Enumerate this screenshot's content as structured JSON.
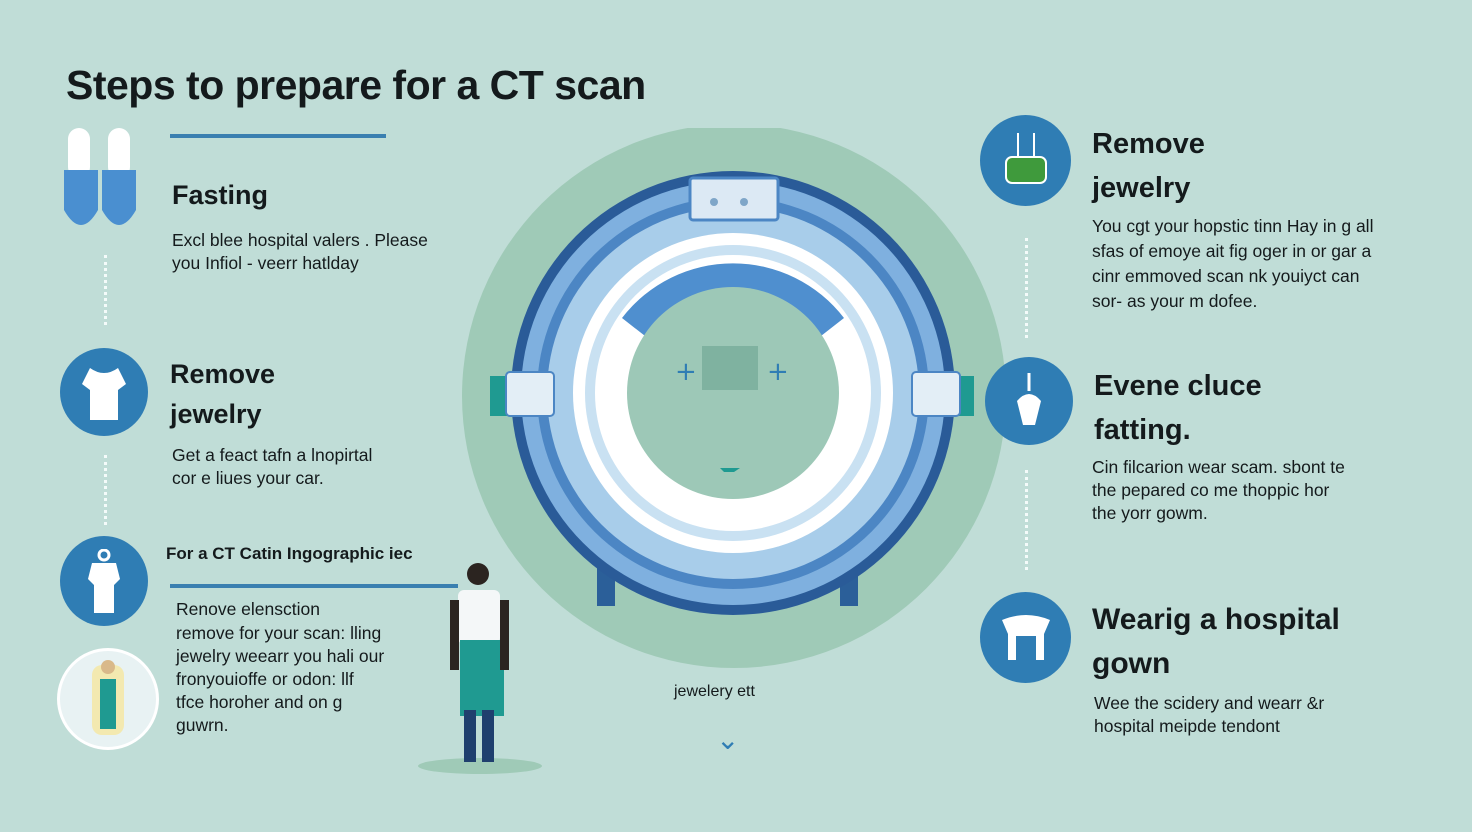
{
  "title": "Steps to prepare for  a CT scan",
  "left_steps": [
    {
      "heading": "Fasting",
      "text": [
        "Excl blee hospital valers . Please",
        "you Infiol - veerr hatlday"
      ],
      "icon": "slippers-icon"
    },
    {
      "heading": [
        "Remove",
        "jewelry"
      ],
      "text": [
        "Get a feact tafn a lnopirtal",
        "cor e liues your car."
      ],
      "icon": "gown-icon"
    },
    {
      "heading": "For a CT Catin Ingographic iec",
      "subheading": "Renove elensction",
      "text": [
        "remove for your scan: lling",
        "jewelry  weearr you hali our",
        "fronyouioffe or odon: llf",
        "tfce horoher and on g",
        "guwrn."
      ],
      "icon": "hospital-gown-icon"
    }
  ],
  "right_steps": [
    {
      "heading": [
        "Remove",
        "jewelry"
      ],
      "text": [
        "You cgt your hopstic tinn Hay in g all",
        "sfas of emoye ait fig oger in or gar a",
        "cinr emmoved scan nk youiyct can",
        "sor- as your m dofee."
      ],
      "icon": "jewelry-icon"
    },
    {
      "heading": [
        "Evene cluce",
        "fatting."
      ],
      "text": [
        "Cin filcarion wear scam. sbont te",
        "the pepared co me thoppic hor",
        "the yorr gowm."
      ],
      "icon": "necklace-icon"
    },
    {
      "heading": [
        "Wearig a hospital",
        "gown"
      ],
      "text": [
        "Wee the scidery and wearr &r",
        "hospital meipde tendont"
      ],
      "icon": "gown-icon"
    }
  ],
  "center_label": "jewelery ett",
  "colors": {
    "background": "#c0ddd7",
    "accent": "#2f7db4",
    "dark_blue": "#245a93",
    "teal": "#1f9a91"
  }
}
